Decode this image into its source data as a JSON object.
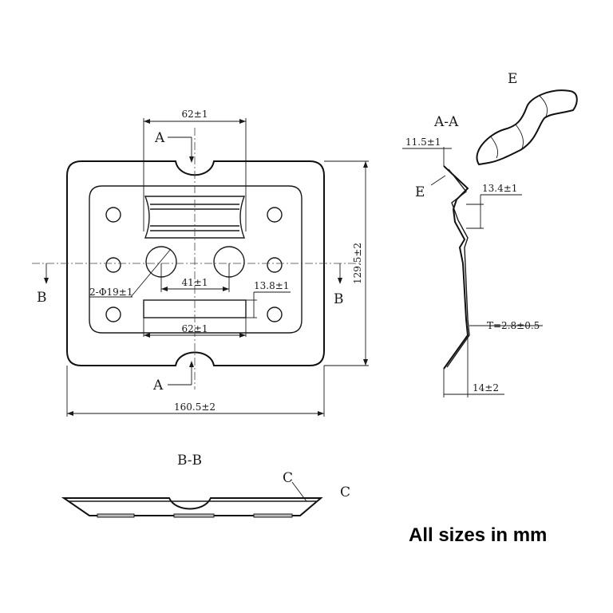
{
  "diagram": {
    "dimensions": {
      "top_width": "62±1",
      "hole_spacing": "41±1",
      "slot_width": "62±1",
      "slot_height": "13.8±1",
      "holes": "2-Φ19±1",
      "total_width": "160.5±2",
      "total_height": "129.5±2",
      "aa_lip": "11.5±1",
      "aa_step": "13.4±1",
      "thickness": "T=2.8±0.5",
      "aa_depth": "14±2"
    },
    "section_labels": {
      "a_top": "A",
      "a_bottom": "A",
      "b_left": "B",
      "b_right": "B",
      "aa_title": "A-A",
      "bb_title": "B-B",
      "e_detail": "E",
      "e_pointer": "E",
      "c_pointer": "C",
      "c_detail": "C"
    },
    "note": "All sizes in mm"
  }
}
